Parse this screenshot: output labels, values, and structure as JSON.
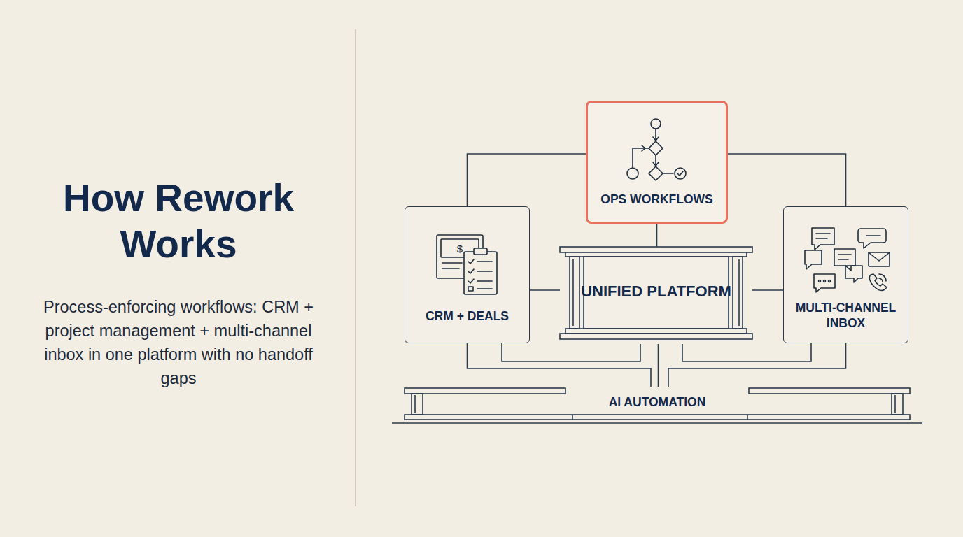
{
  "diagram": {
    "title": "How Rework Works",
    "caption": "Process-enforcing workflows: CRM + project management + multi-channel inbox in one platform with no handoff gaps",
    "nodes": [
      {
        "text": [
          "OPS WORKFLOWS"
        ]
      },
      {
        "text": [
          "CRM + DEALS"
        ]
      },
      {
        "text": [
          "UNIFIED PLATFORM"
        ]
      },
      {
        "text": [
          "MULTI-CHANNEL INBOX"
        ]
      },
      {
        "text": [
          "AI AUTOMATION"
        ]
      }
    ],
    "edges": [
      {
        "from": 0,
        "to": 2,
        "arrow": "none"
      },
      {
        "from": 0,
        "to": 1,
        "arrow": "none"
      },
      {
        "from": 0,
        "to": 3,
        "arrow": "none"
      },
      {
        "from": 1,
        "to": 2,
        "arrow": "none"
      },
      {
        "from": 3,
        "to": 2,
        "arrow": "none"
      },
      {
        "from": 1,
        "to": 4,
        "arrow": "none"
      },
      {
        "from": 3,
        "to": 4,
        "arrow": "none"
      },
      {
        "from": 2,
        "to": 4,
        "arrow": "none"
      },
      {
        "from": 1,
        "to": 2,
        "arrow": "none"
      },
      {
        "from": 3,
        "to": 2,
        "arrow": "none"
      }
    ]
  }
}
